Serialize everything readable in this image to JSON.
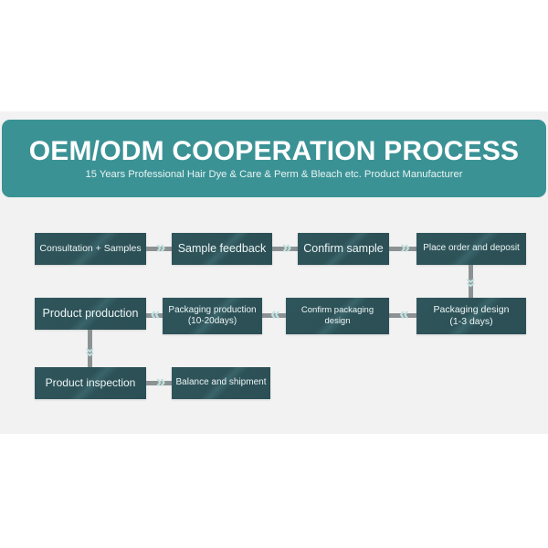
{
  "banner": {
    "title": "OEM/ODM COOPERATION PROCESS",
    "subtitle": "15 Years Professional Hair Dye & Care & Perm & Bleach etc. Product Manufacturer",
    "bg_color": "#3b9295",
    "title_color": "#ffffff"
  },
  "theme": {
    "page_bg": "#ffffff",
    "panel_bg": "#f2f2f2",
    "box_bg": "#2d5359",
    "box_text": "#eef6f6",
    "connector_bar": "#8c9294",
    "chevron": "#bfe0de"
  },
  "flow": {
    "steps": [
      {
        "id": "step-1",
        "label": "Consultation + Samples",
        "row": 1
      },
      {
        "id": "step-2",
        "label": "Sample feedback",
        "row": 1
      },
      {
        "id": "step-3",
        "label": "Confirm sample",
        "row": 1
      },
      {
        "id": "step-4",
        "label": "Place order and deposit",
        "row": 1
      },
      {
        "id": "step-5",
        "label": "Packaging design\n(1-3 days)",
        "line1": "Packaging design",
        "line2": "(1-3 days)",
        "row": 2
      },
      {
        "id": "step-6",
        "label": "Confirm packaging design",
        "row": 2
      },
      {
        "id": "step-7",
        "label": "Packaging production\n(10-20days)",
        "line1": "Packaging production",
        "line2": "(10-20days)",
        "row": 2
      },
      {
        "id": "step-8",
        "label": "Product production",
        "row": 2
      },
      {
        "id": "step-9",
        "label": "Product inspection",
        "row": 3
      },
      {
        "id": "step-10",
        "label": "Balance and shipment",
        "row": 3
      }
    ],
    "connectors": [
      {
        "id": "conn-1-2",
        "direction": "right",
        "glyph": "»"
      },
      {
        "id": "conn-2-3",
        "direction": "right",
        "glyph": "»"
      },
      {
        "id": "conn-3-4",
        "direction": "right",
        "glyph": "»"
      },
      {
        "id": "conn-4-5",
        "direction": "down",
        "glyph": "»"
      },
      {
        "id": "conn-5-6",
        "direction": "left",
        "glyph": "«"
      },
      {
        "id": "conn-6-7",
        "direction": "left",
        "glyph": "«"
      },
      {
        "id": "conn-7-8",
        "direction": "left",
        "glyph": "«"
      },
      {
        "id": "conn-8-9",
        "direction": "down",
        "glyph": "»"
      },
      {
        "id": "conn-9-10",
        "direction": "right",
        "glyph": "»"
      }
    ]
  }
}
